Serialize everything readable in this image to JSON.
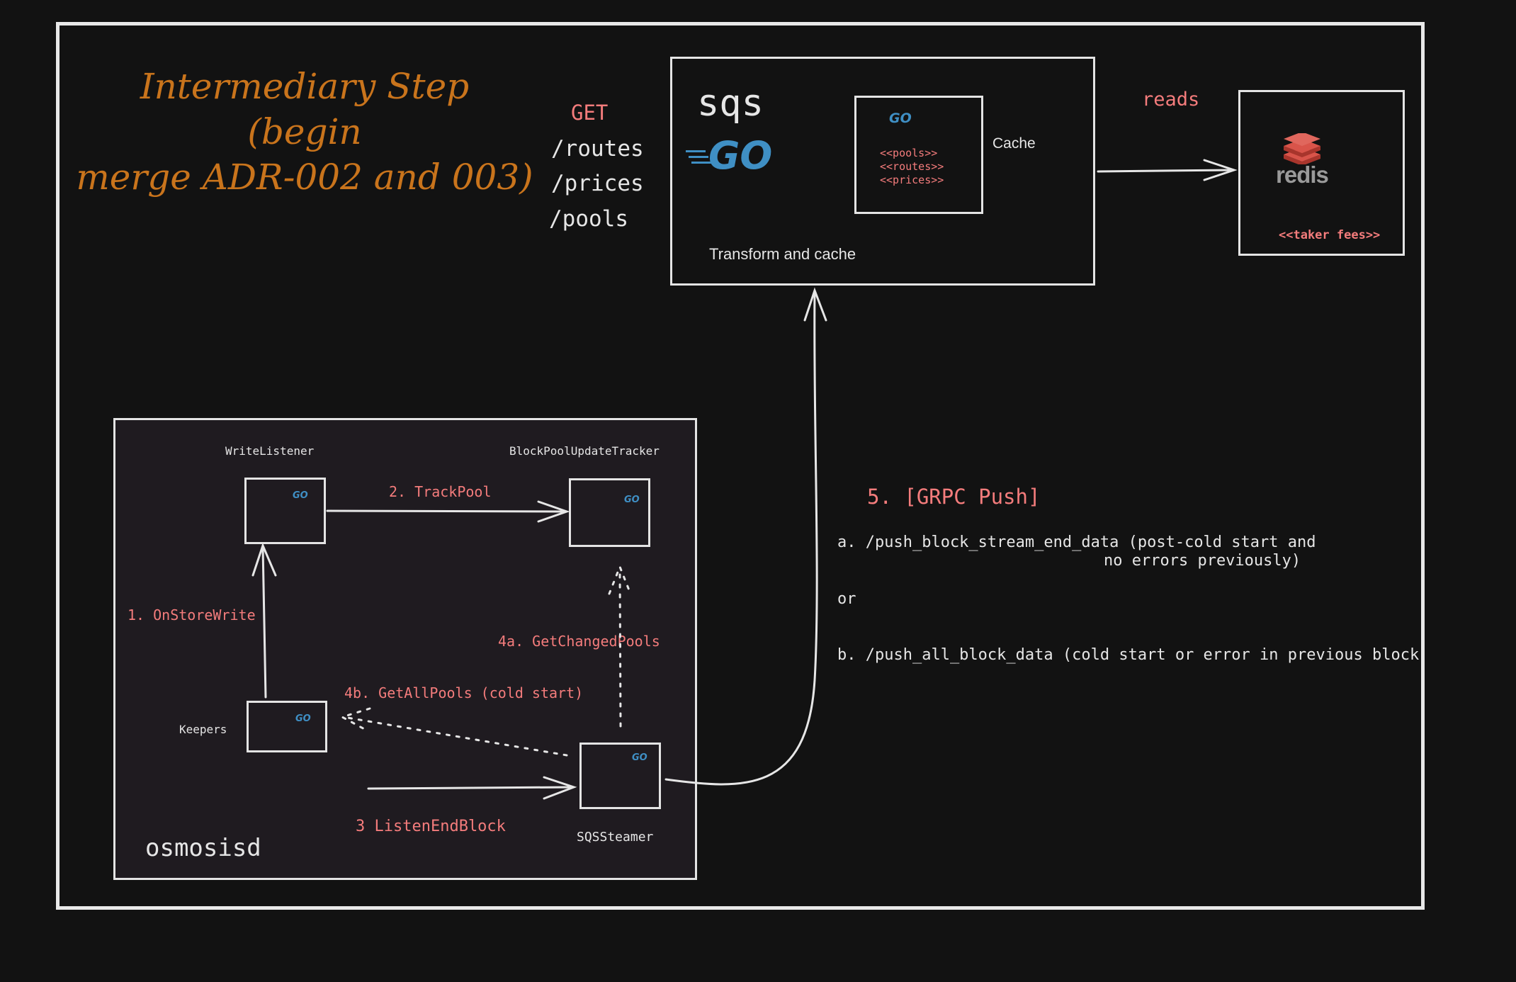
{
  "title": {
    "line1": "Intermediary Step",
    "line2": "(begin",
    "line3": "merge ADR-002 and 003)"
  },
  "endpoints": {
    "method": "GET",
    "routes": "/routes",
    "prices": "/prices",
    "pools": "/pools"
  },
  "sqs": {
    "label": "sqs",
    "go_logo": "GO",
    "subtitle": "Transform and cache",
    "cache": {
      "label": "Cache",
      "go_logo": "GO",
      "items": [
        "<<pools>>",
        "<<routes>>",
        "<<prices>>"
      ]
    }
  },
  "reads_label": "reads",
  "redis": {
    "logo_text": "redis",
    "note": "<<taker fees>>"
  },
  "osmosisd": {
    "label": "osmosisd",
    "write_listener": "WriteListener",
    "block_pool_tracker": "BlockPoolUpdateTracker",
    "keepers": "Keepers",
    "sqs_streamer": "SQSSteamer",
    "go_logo": "GO",
    "edges": {
      "track_pool": "2. TrackPool",
      "on_store_write": "1. OnStoreWrite",
      "get_changed_pools": "4a. GetChangedPools",
      "get_all_pools": "4b. GetAllPools (cold start)",
      "listen_end_block": "3 ListenEndBlock"
    }
  },
  "grpc": {
    "heading": "5. [GRPC Push]",
    "option_a_line1": "a. /push_block_stream_end_data (post-cold start and",
    "option_a_line2": "no errors previously)",
    "or": "or",
    "option_b": "b. /push_all_block_data (cold start or error in previous block"
  },
  "colors": {
    "background": "#121212",
    "title": "#c9741c",
    "label_red": "#f47c7c",
    "go_blue": "#3f8fc4",
    "redis_red": "#c6443a"
  }
}
